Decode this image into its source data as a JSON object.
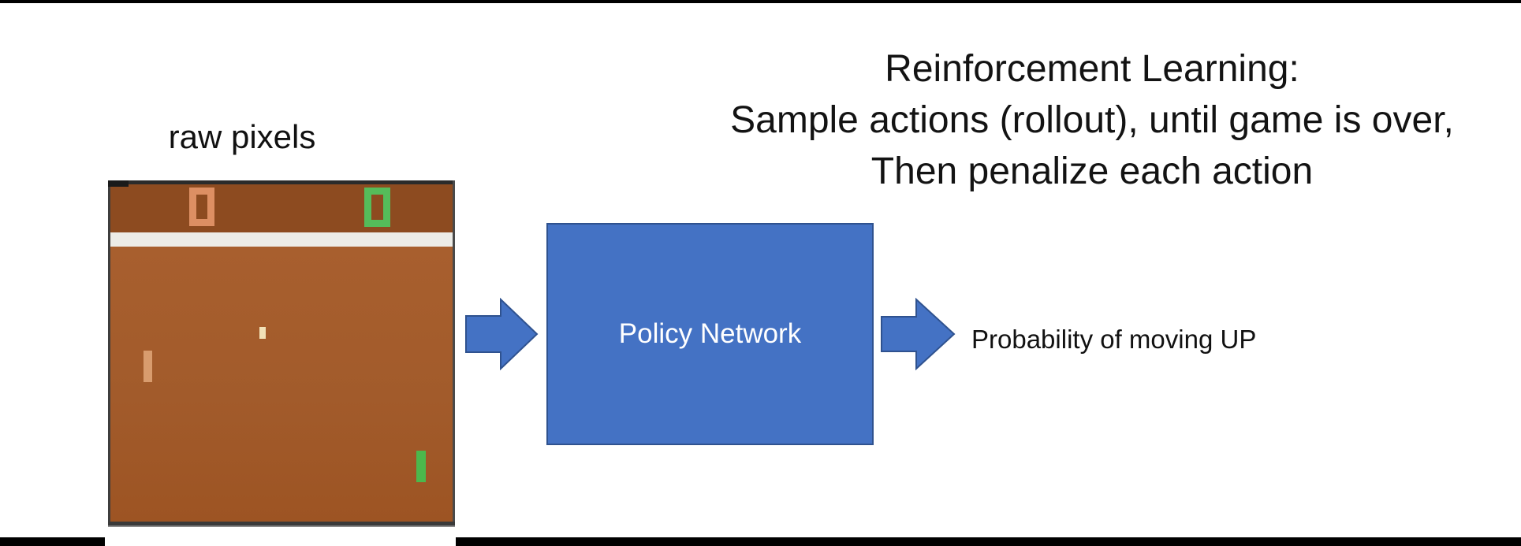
{
  "slide": {
    "title_lines": [
      "Reinforcement Learning:",
      "Sample actions (rollout), until game is over,",
      "Then penalize each action"
    ],
    "raw_pixels_label": "raw pixels",
    "policy_network_label": "Policy Network",
    "output_label": "Probability of moving UP"
  },
  "game": {
    "name": "pong-atari-screenshot",
    "left_score": "0",
    "right_score": "0"
  },
  "colors": {
    "shape_blue": "#4472c4",
    "shape_blue_border": "#2f528f",
    "game_score_area_brown": "#8d4b20",
    "game_field_brown": "#a25b2b",
    "game_stripe_white": "#edece7",
    "left_score_orange": "#dd8f63",
    "right_score_green": "#55bc5a",
    "ball_cream": "#f2e2b8",
    "left_paddle_tan": "#d89c6e",
    "right_paddle_green": "#4cb84c",
    "letterbox_black": "#000000"
  }
}
